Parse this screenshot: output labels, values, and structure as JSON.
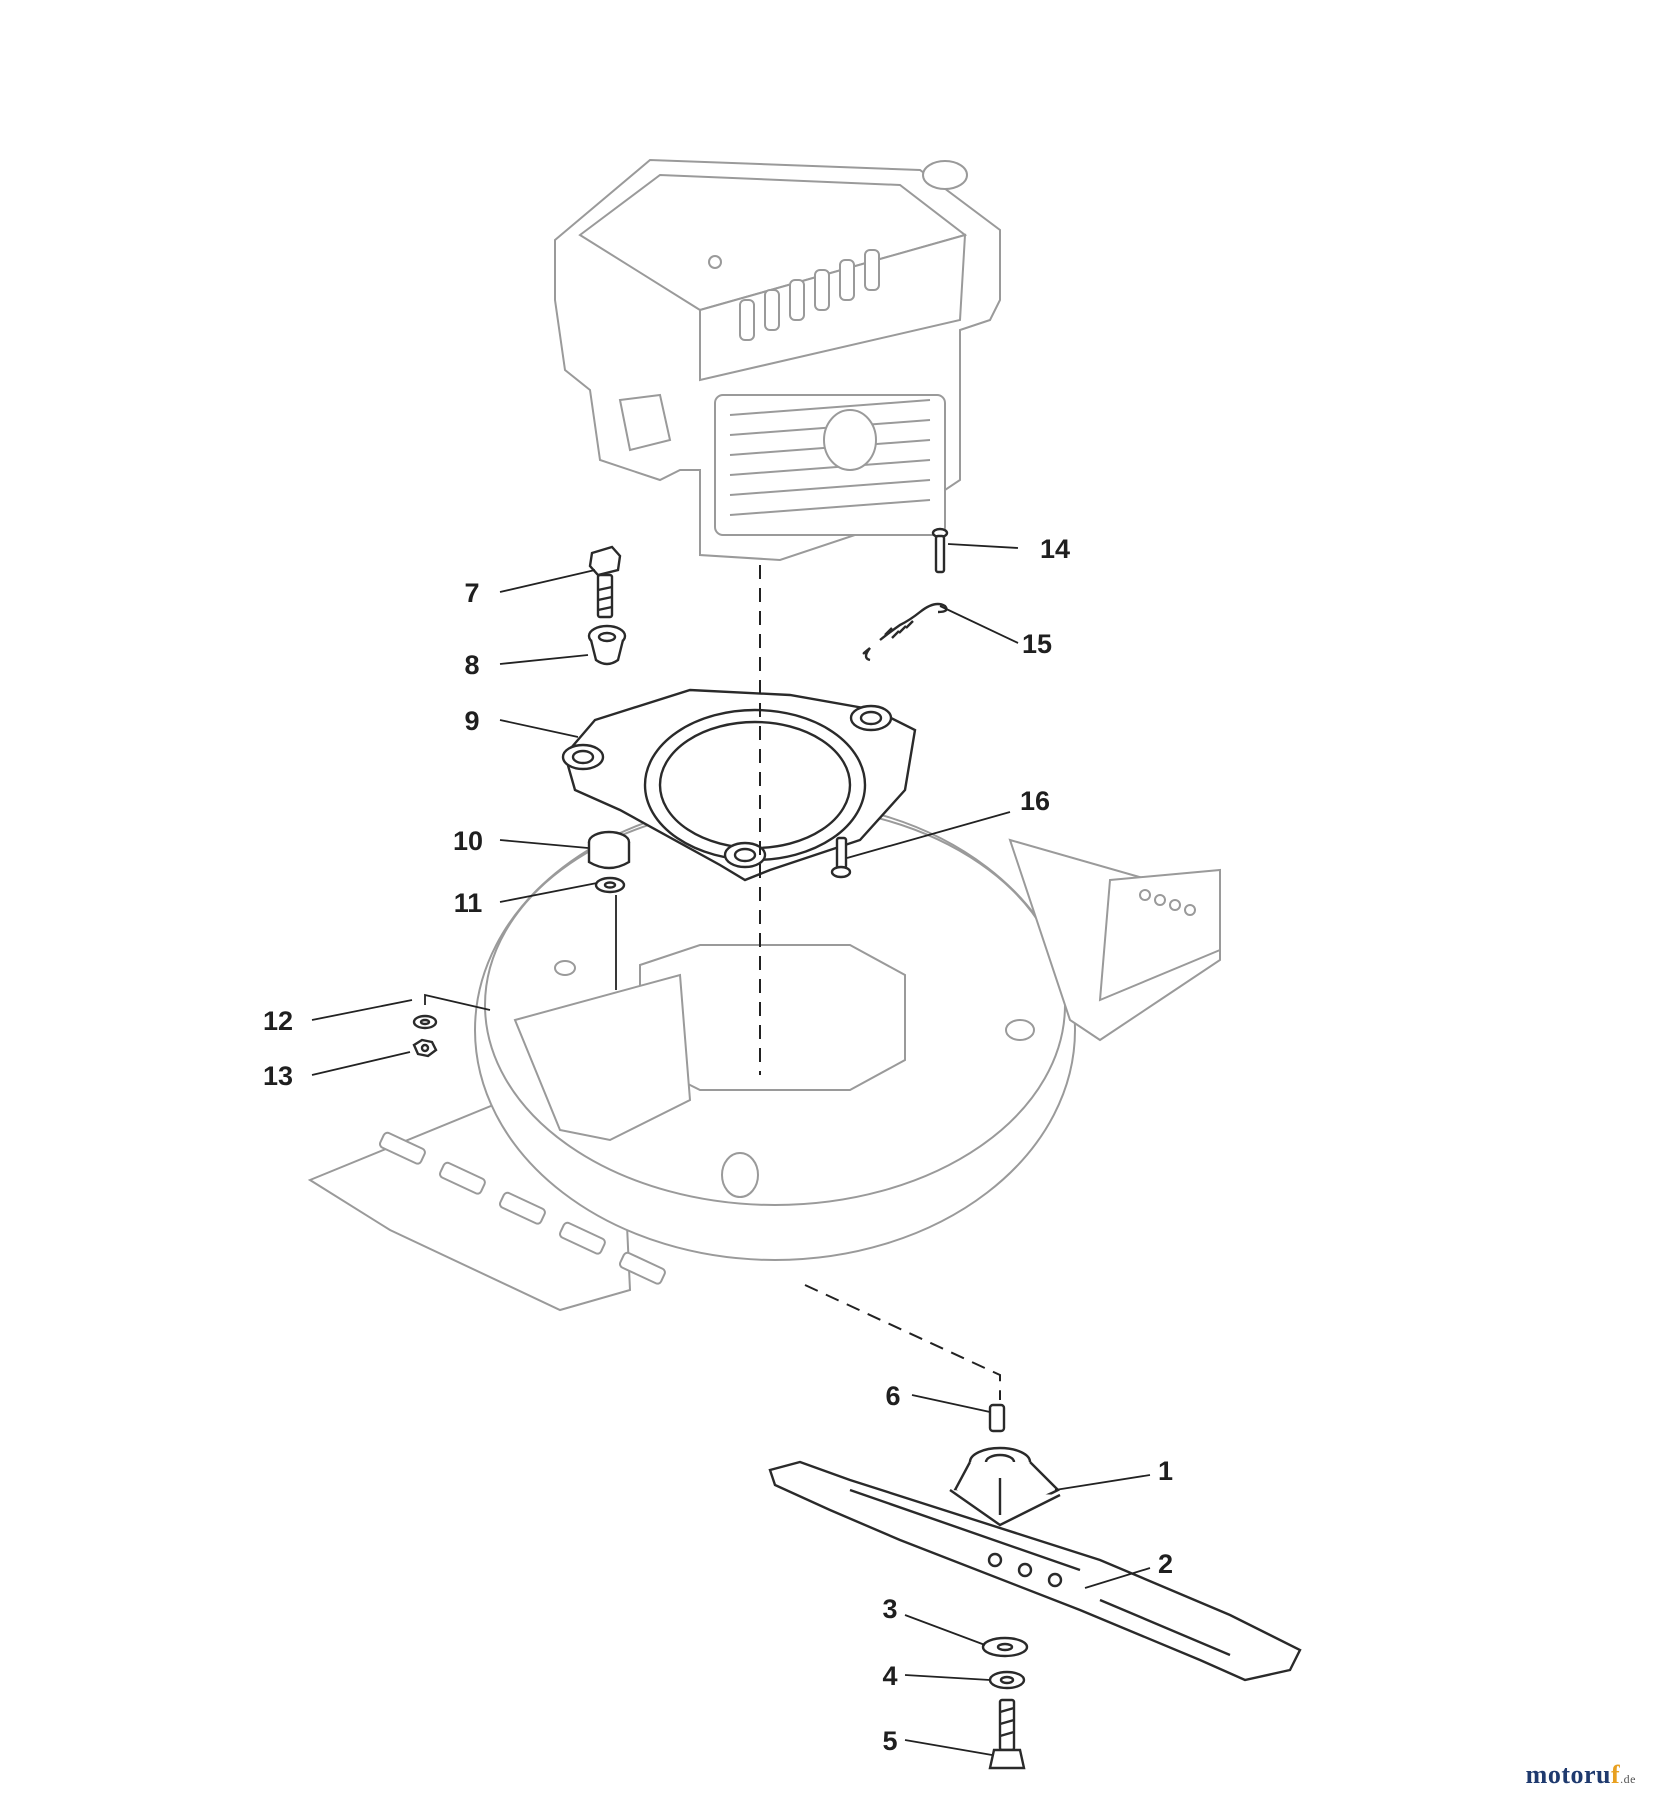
{
  "callouts": {
    "c1": "1",
    "c2": "2",
    "c3": "3",
    "c4": "4",
    "c5": "5",
    "c6": "6",
    "c7": "7",
    "c8": "8",
    "c9": "9",
    "c10": "10",
    "c11": "11",
    "c12": "12",
    "c13": "13",
    "c14": "14",
    "c15": "15",
    "c16": "16"
  },
  "watermark": {
    "name": "motoru",
    "accent": "f",
    "tld": ".de"
  }
}
